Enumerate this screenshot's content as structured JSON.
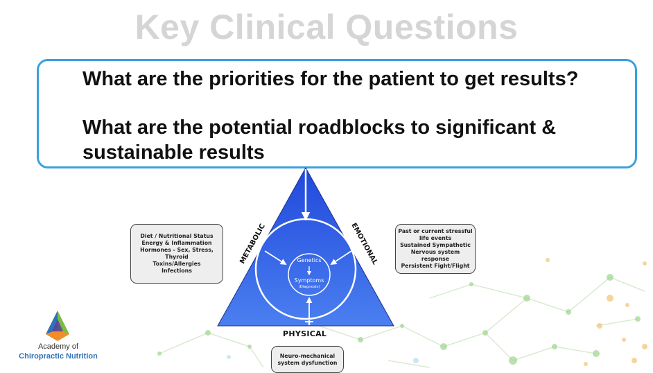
{
  "title": "Key Clinical Questions",
  "questions": [
    "What are the priorities for the patient to get results?",
    "What are the potential roadblocks to significant & sustainable results"
  ],
  "triangle": {
    "left_label": "METABOLIC",
    "right_label": "EMOTIONAL",
    "bottom_label": "PHYSICAL",
    "inner_top": "Genetics",
    "inner_center": "Symptoms",
    "inner_sub": "(Diagnosis)",
    "fill_color": "#2f5ee6"
  },
  "notes": {
    "left": "Diet / Nutritional Status\nEnergy & Inflammation\nHormones - Sex, Stress,\nThyroid\nToxins/Allergies\nInfections",
    "right": "Past or current stressful\nlife events\nSustained Sympathetic\nNervous system\nresponse\nPersistent Fight/Flight",
    "bottom": "Neuro-mechanical\nsystem dysfunction"
  },
  "brand": {
    "line1": "Academy of",
    "line2": "Chiropractic Nutrition"
  }
}
